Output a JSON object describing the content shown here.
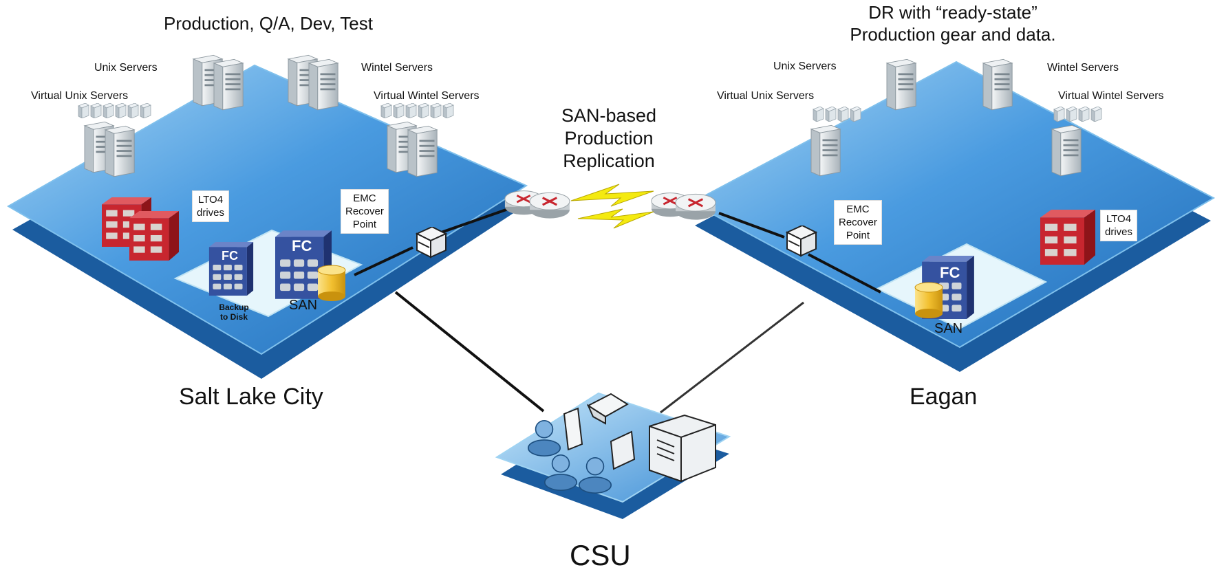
{
  "colors": {
    "site_blue": "#3f8fd6",
    "site_blue_dark": "#1d64ad",
    "site_blue_light": "#8ec6f1",
    "san_pad": "#e6f6fc",
    "server_gray": "#c9d1d6",
    "tape_red": "#c8262f",
    "fc_blue": "#3552a0",
    "disk_gold": "#f3c435",
    "link_line": "#111111",
    "bolt_yellow": "#f4ea10"
  },
  "left_site": {
    "header": "Production, Q/A, Dev, Test",
    "name": "Salt Lake City",
    "unix_servers": "Unix Servers",
    "wintel_servers": "Wintel Servers",
    "virtual_unix": "Virtual Unix Servers",
    "virtual_wintel": "Virtual Wintel Servers",
    "lto_line1": "LTO4",
    "lto_line2": "drives",
    "emc_line1": "EMC",
    "emc_line2": "Recover",
    "emc_line3": "Point",
    "san": "SAN",
    "fc": "FC",
    "fc2": "FC",
    "backup_line1": "Backup",
    "backup_line2": "to Disk"
  },
  "right_site": {
    "header_line1": "DR with “ready-state”",
    "header_line2": "Production gear and data.",
    "name": "Eagan",
    "unix_servers": "Unix Servers",
    "wintel_servers": "Wintel Servers",
    "virtual_unix": "Virtual Unix Servers",
    "virtual_wintel": "Virtual Wintel Servers",
    "lto_line1": "LTO4",
    "lto_line2": "drives",
    "emc_line1": "EMC",
    "emc_line2": "Recover",
    "emc_line3": "Point",
    "san": "SAN",
    "fc": "FC"
  },
  "replication": {
    "line1": "SAN-based",
    "line2": "Production",
    "line3": "Replication"
  },
  "csu": {
    "name": "CSU"
  },
  "icons": [
    "server-icon",
    "virtual-server-icon",
    "tape-drive-icon",
    "fc-storage-icon",
    "disk-cylinder-icon",
    "router-icon",
    "switch-icon",
    "lightning-icon",
    "user-icon",
    "laptop-icon",
    "pda-icon",
    "workstation-icon"
  ]
}
